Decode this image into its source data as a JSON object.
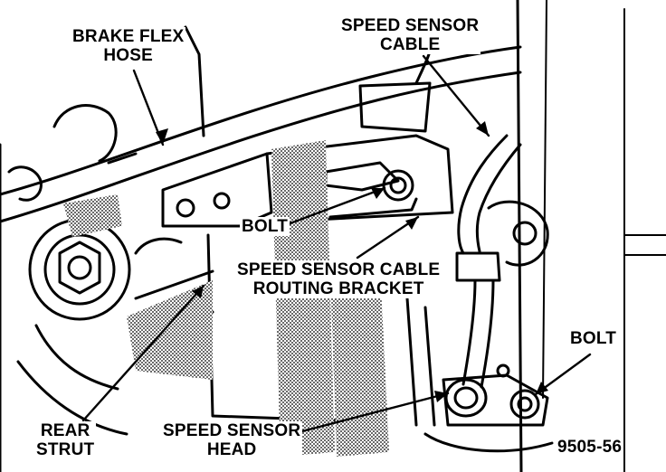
{
  "labels": {
    "brake_flex_hose": [
      "BRAKE FLEX",
      "HOSE"
    ],
    "speed_sensor_cable": [
      "SPEED SENSOR",
      "CABLE"
    ],
    "bolt_upper": "BOLT",
    "routing_bracket": [
      "SPEED SENSOR CABLE",
      "ROUTING BRACKET"
    ],
    "bolt_right": "BOLT",
    "rear_strut": [
      "REAR",
      "STRUT"
    ],
    "speed_sensor_head": [
      "SPEED SENSOR",
      "HEAD"
    ],
    "figure_number": "9505-56"
  },
  "colors": {
    "ink": "#000000",
    "paper": "#ffffff",
    "shade": "#8a8a8a"
  }
}
